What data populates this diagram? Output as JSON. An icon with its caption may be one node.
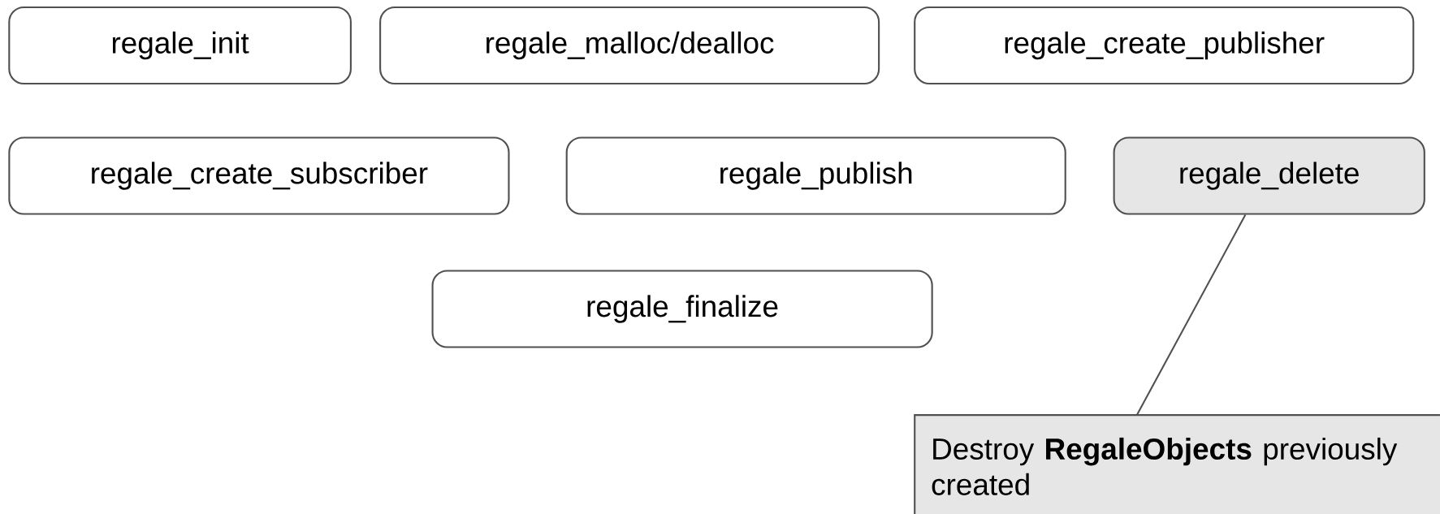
{
  "diagram": {
    "nodes": [
      {
        "text": [
          "regale_init"
        ]
      },
      {
        "text": [
          "regale_malloc/dealloc"
        ]
      },
      {
        "text": [
          "regale_create_publisher"
        ]
      },
      {
        "text": [
          "regale_create_subscriber"
        ]
      },
      {
        "text": [
          "regale_publish"
        ]
      },
      {
        "text": [
          "regale_delete"
        ]
      },
      {
        "text": [
          "regale_finalize"
        ]
      },
      {
        "text": [
          "Destroy **RegaleObjects** previously created"
        ]
      }
    ],
    "edges": [
      {
        "from": 7,
        "to": 5,
        "arrow": "none"
      }
    ]
  }
}
